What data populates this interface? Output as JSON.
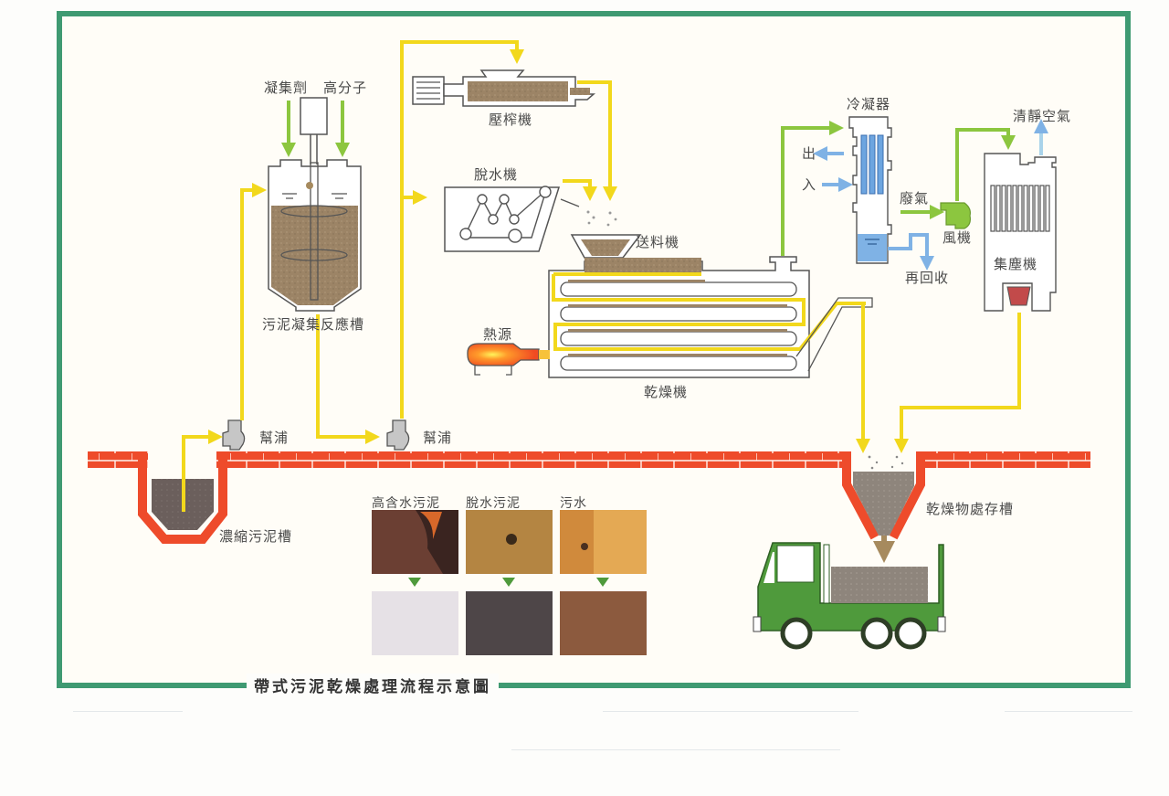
{
  "title": "帶式污泥乾燥處理流程示意圖",
  "inputs": {
    "coagulant": "凝集劑",
    "polymer": "高分子"
  },
  "equipment": {
    "reaction_tank": "污泥凝集反應槽",
    "press": "壓榨機",
    "dewatering": "脫水機",
    "feeder": "送料機",
    "dryer": "乾燥機",
    "heat_source": "熱源",
    "condenser": "冷凝器",
    "condenser_out": "出",
    "condenser_in": "入",
    "waste_gas": "廢氣",
    "fan": "風機",
    "recycle": "再回收",
    "clean_air": "清靜空氣",
    "dust_collector": "集塵機",
    "pump_1": "幫浦",
    "pump_2": "幫浦",
    "thickening_tank": "濃縮污泥槽",
    "storage_tank": "乾燥物處存槽"
  },
  "samples": {
    "labels": [
      "高含水污泥",
      "脫水污泥",
      "污水"
    ]
  },
  "colors": {
    "frame": "#3f9a72",
    "flow_sludge": "#f2d81c",
    "flow_gas": "#8cc63f",
    "flow_water": "#7fb2e5",
    "brick": "#ee4b2b",
    "sludge": "#9c8466",
    "truck": "#4f9a3c",
    "pump": "#c6c6c6"
  }
}
